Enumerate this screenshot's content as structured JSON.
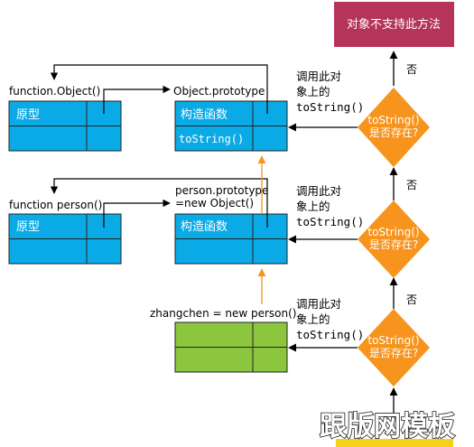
{
  "colors": {
    "cell_blue": "#0aaae6",
    "cell_green": "#8cc63e",
    "diamond_orange": "#f7941d",
    "top_box": "#b5345a",
    "arrow_orange": "#f7941d",
    "line": "#000000"
  },
  "top_box": {
    "label": "对象不支持此方法"
  },
  "levels": [
    {
      "no_label": "否",
      "question": [
        "调用此对",
        "象上的",
        "toString()"
      ],
      "diamond": [
        "toString()",
        "是否存在?"
      ]
    },
    {
      "no_label": "否",
      "question": [
        "调用此对",
        "象上的",
        "toString()"
      ],
      "diamond": [
        "toString()",
        "是否存在?"
      ]
    },
    {
      "no_label": "否",
      "question": [
        "调用此对",
        "象上的",
        "toString()"
      ],
      "diamond": [
        "toString()",
        "是否存在?"
      ]
    }
  ],
  "object_ctor": {
    "title": "function.Object()",
    "cell": "原型"
  },
  "object_proto": {
    "title": "Object.prototype",
    "cell": "构造函数",
    "method": "toString()"
  },
  "person_ctor": {
    "title": "function person()",
    "cell": "原型"
  },
  "person_proto": {
    "title": [
      "person.prototype",
      "=new Object()"
    ],
    "cell": "构造函数"
  },
  "instance": {
    "title": "zhangchen = new person()"
  },
  "watermark": {
    "text": "跟版网模板"
  }
}
